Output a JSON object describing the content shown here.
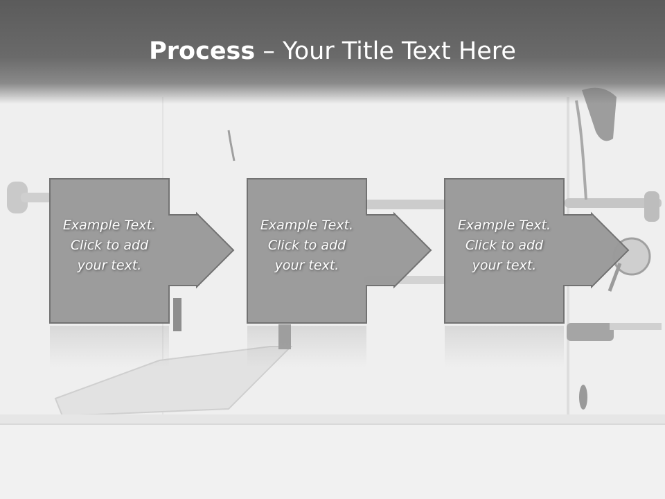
{
  "slide": {
    "title_bold": "Process",
    "title_separator": " – ",
    "title_rest": "Your Title Text Here"
  },
  "steps": [
    {
      "line1": "Example Text.",
      "line2": "Click  to add",
      "line3": "your text."
    },
    {
      "line1": "Example Text.",
      "line2": "Click  to add",
      "line3": "your text."
    },
    {
      "line1": "Example Text.",
      "line2": "Click  to add",
      "line3": "your text."
    }
  ],
  "colors": {
    "title_bar": "#5b5b5b",
    "box_fill": "#9a9a9a",
    "box_border": "#6e6e6e",
    "text": "#ffffff",
    "background": "#ececec"
  },
  "icons": {
    "step_connector": "right-arrow"
  }
}
